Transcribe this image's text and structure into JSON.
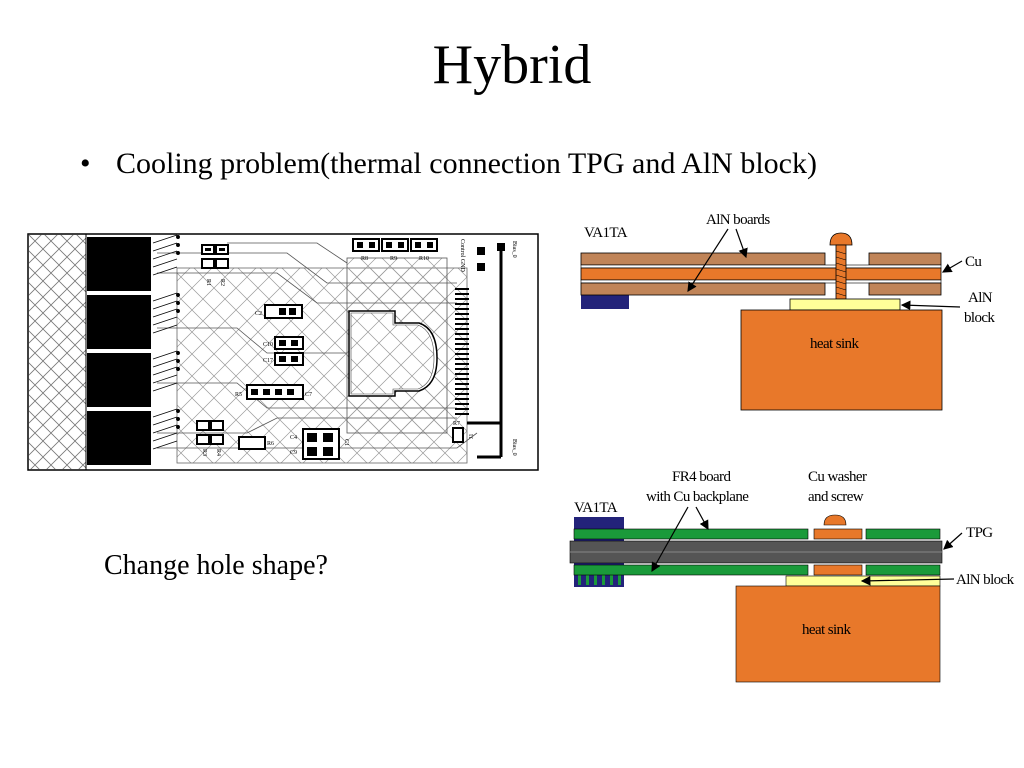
{
  "slide": {
    "title": "Hybrid",
    "bullet": "Cooling problem(thermal connection TPG and AlN block)",
    "note": "Change hole shape?"
  },
  "layout_drawing": {
    "component_labels": [
      "R1",
      "R2",
      "R8",
      "R9",
      "R10",
      "C2",
      "C10",
      "C17",
      "R5",
      "C7",
      "R3",
      "R4",
      "R6",
      "C4",
      "C9",
      "C1",
      "J1",
      "R7"
    ],
    "edge_labels": [
      "Bias_0",
      "Bias_0"
    ],
    "side_label": "Control GND"
  },
  "diagram_top": {
    "labels": {
      "chip": "VA1TA",
      "boards": "AlN boards",
      "metal": "Cu",
      "block_line1": "AlN",
      "block_line2": "block",
      "sink": "heat sink"
    },
    "colors": {
      "board": "#c08458",
      "layer": "#e8782a",
      "chip": "#23237a",
      "block": "#ffff99",
      "sink": "#e8782a"
    }
  },
  "diagram_bottom": {
    "labels": {
      "chip": "VA1TA",
      "board_line1": "FR4 board",
      "board_line2": "with Cu backplane",
      "washer_line1": "Cu washer",
      "washer_line2": "and screw",
      "tpg": "TPG",
      "block": "AlN block",
      "sink": "heat sink"
    },
    "colors": {
      "board": "#1a9a3a",
      "tpg": "#555555",
      "washer": "#e8782a",
      "chip": "#23237a",
      "block": "#ffff99",
      "sink": "#e8782a"
    }
  }
}
